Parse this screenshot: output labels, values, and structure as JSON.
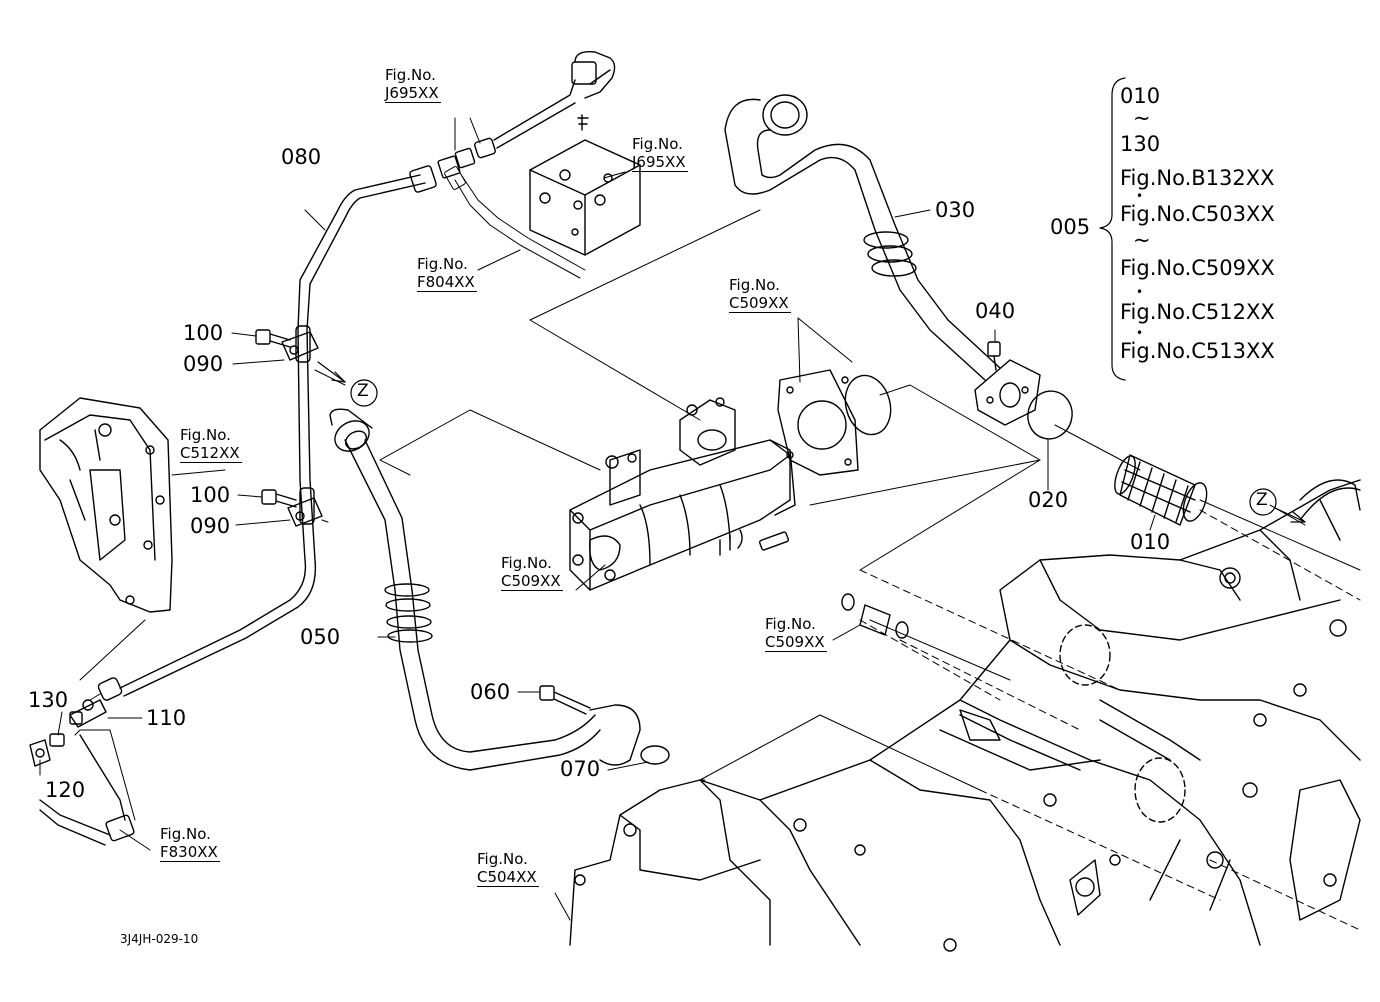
{
  "parts": {
    "p010": "010",
    "p020": "020",
    "p030": "030",
    "p040": "040",
    "p050": "050",
    "p060": "060",
    "p070": "070",
    "p080": "080",
    "p090a": "090",
    "p090b": "090",
    "p100a": "100",
    "p100b": "100",
    "p110": "110",
    "p120": "120",
    "p130": "130",
    "p005": "005"
  },
  "fig_refs": {
    "j695_left": {
      "prefix": "Fig.No.",
      "code": "J695XX"
    },
    "j695_right": {
      "prefix": "Fig.No.",
      "code": "J695XX"
    },
    "f804": {
      "prefix": "Fig.No.",
      "code": "F804XX"
    },
    "c509_top": {
      "prefix": "Fig.No.",
      "code": "C509XX"
    },
    "c512": {
      "prefix": "Fig.No.",
      "code": "C512XX"
    },
    "c509_pump": {
      "prefix": "Fig.No.",
      "code": "C509XX"
    },
    "c509_mid": {
      "prefix": "Fig.No.",
      "code": "C509XX"
    },
    "f830": {
      "prefix": "Fig.No.",
      "code": "F830XX"
    },
    "c504": {
      "prefix": "Fig.No.",
      "code": "C504XX"
    }
  },
  "z_markers": [
    "Z",
    "Z"
  ],
  "set_list": {
    "range_from": "010",
    "range_to": "130",
    "tilde": "~",
    "dot": "•",
    "figs": [
      "Fig.No.B132XX",
      "Fig.No.C503XX",
      "Fig.No.C509XX",
      "Fig.No.C512XX",
      "Fig.No.C513XX"
    ]
  },
  "caption": "3J4JH-029-10"
}
